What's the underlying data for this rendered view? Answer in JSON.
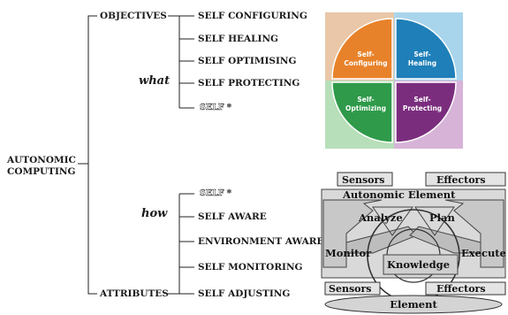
{
  "root": {
    "line1": "AUTONOMIC",
    "line2": "COMPUTING"
  },
  "objectives": {
    "label": "OBJECTIVES",
    "qualifier": "what",
    "items": [
      "SELF CONFIGURING",
      "SELF HEALING",
      "SELF OPTIMISING",
      "SELF PROTECTING",
      "SELF *"
    ]
  },
  "attributes": {
    "label": "ATTRIBUTES",
    "qualifier": "how",
    "items": [
      "SELF *",
      "SELF AWARE",
      "ENVIRONMENT AWARE",
      "SELF MONITORING",
      "SELF ADJUSTING"
    ]
  },
  "wheel": {
    "quadrants": [
      {
        "line1": "Self-",
        "line2": "Configuring",
        "color": "#e8822a"
      },
      {
        "line1": "Self-",
        "line2": "Healing",
        "color": "#1f7fb8"
      },
      {
        "line1": "Self-",
        "line2": "Optimizing",
        "color": "#2f9a4a"
      },
      {
        "line1": "Self-",
        "line2": "Protecting",
        "color": "#7a2d7d"
      }
    ]
  },
  "mape": {
    "sensors_top": "Sensors",
    "effectors_top": "Effectors",
    "title": "Autonomic Element",
    "analyze": "Analyze",
    "plan": "Plan",
    "monitor": "Monitor",
    "execute": "Execute",
    "knowledge": "Knowledge",
    "sensors_bottom": "Sensors",
    "effectors_bottom": "Effectors",
    "element": "Element"
  }
}
